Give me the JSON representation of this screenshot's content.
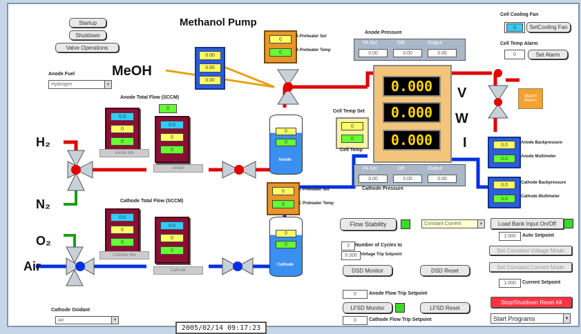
{
  "buttons": {
    "startup": "Startup",
    "shutdown": "Shutdown",
    "valve_operations": "Valve Operations",
    "flow_stability": "Flow Stability",
    "dsd_monitor": "DSD Monitor",
    "dsd_reset": "DSD Reset",
    "lfsd_monitor": "LFSD Monitor",
    "lfsd_reset": "LFSD Reset",
    "set_cooling_fan": "SetCooling Fan",
    "set_alarm": "Set Alarm",
    "set_constant_voltage": "Set Constant Voltage Mode",
    "set_constant_current": "Set Constant Current Mode",
    "stop_all": "Stop/Shutdown Reset All",
    "start_programs": "Start Programs"
  },
  "labels": {
    "methanol_pump": "Methanol Pump",
    "meoh": "MeOH",
    "h2": "H₂",
    "n2": "N₂",
    "o2": "O₂",
    "air": "Air",
    "anode_fuel": "Anode Fuel",
    "anode_total_flow": "Anode Total Flow (SCCM)",
    "cathode_total_flow": "Cathode Total Flow (SCCM)",
    "cathode_oxidant": "Cathode Oxidant",
    "anode_pressure": "Anode Pressure",
    "cathode_pressure": "Cathode Pressure",
    "a_preheater_set": "A Preheater Set",
    "a_preheater_temp": "A Preheater Temp",
    "c_preheater_set": "C Preheater Set",
    "c_preheater_temp": "C Preheater Temp",
    "cell_temp_set": "Cell Temp Set",
    "cell_temp": "Cell Temp",
    "cooling_fan": "Cell Cooling Fan",
    "cell_temp_alarm": "Cell Temp Alarm",
    "methanol_return": "MeOH Return",
    "anode_backpressure": "Anode Backpressure",
    "anode_multimeter": "Anode Multimeter",
    "cathode_backpressure": "Cathode Backpressure",
    "cathode_multimeter": "Cathode Multimeter",
    "anode_mix": "Anode Mix",
    "cathode_mix": "Cathode Mix",
    "anodes": "Anode",
    "cathodes": "Cathode",
    "v": "V",
    "w": "W",
    "i": "I",
    "num_cycles": "Number of Cycles to",
    "voltage_trip": "Voltage Trip Setpoint",
    "anode_flow_trip": "Anode Flow Trip Setpoint",
    "cathode_flow_trip": "Cathode Flow Trip Setpoint",
    "load_bank_input": "Load Bank Input On/Off",
    "auto_setpoint": "Auto Setpoint",
    "current_setpoint": "Current Setpoint",
    "pa_set": "PA Set",
    "diff": "Diff",
    "output": "Output"
  },
  "values": {
    "pump_1": "0.00",
    "pump_2": "0.00",
    "pump_3": "0.00",
    "displays": [
      "0.000",
      "0.000",
      "0.000"
    ],
    "zero": "0",
    "zero_dec": "0.0",
    "zero_dec2": "0.00",
    "pressure_a": [
      "0.00",
      "0.00",
      "0.00"
    ],
    "pressure_c": [
      "0.00",
      "0.00",
      "0.00"
    ],
    "cycles": "3",
    "voltage_trip": "0.200",
    "auto_setpoint": "1.000",
    "current_setpoint": "1.000",
    "anode_flow_trip": "0",
    "cathode_flow_trip": "0",
    "timestamp": "2005/02/14  09:17:23"
  },
  "dropdowns": {
    "anode_fuel": "Hydrogen",
    "cathode_oxidant": "Air",
    "mode": "Constant Current"
  }
}
